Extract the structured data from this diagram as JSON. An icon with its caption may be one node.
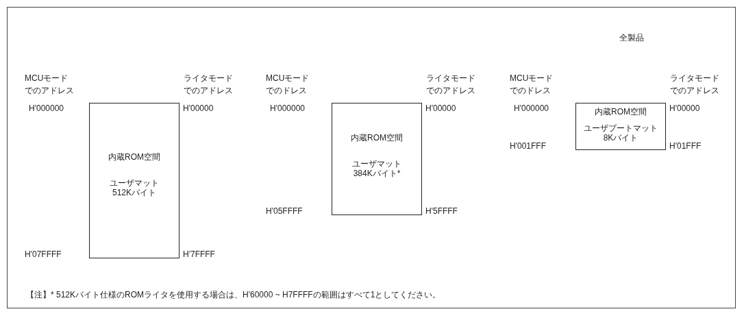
{
  "diagram": {
    "nodes": [
      {
        "text": [
          "内蔵ROM空間",
          "ユーザマット 512Kバイト"
        ]
      },
      {
        "text": [
          "内蔵ROM空間",
          "ユーザマット 384Kバイト*"
        ]
      },
      {
        "text": [
          "内蔵ROM空間",
          "ユーザブートマット 8Kバイト"
        ]
      }
    ],
    "labels": [
      "全製品",
      "MCUモードでのアドレス",
      "ライタモードでのアドレス",
      "H'000000",
      "H'00000",
      "H'07FFFF",
      "H'7FFFF",
      "MCUモードでのドレス",
      "ライタモードでのアドレス",
      "H'000000",
      "H'00000",
      "H'05FFFF",
      "H'5FFFF",
      "MCUモードでのドレス",
      "ライタモードでのアドレス",
      "H'000000",
      "H'00000",
      "H'001FFF",
      "H'01FFF",
      "【注】* 512Kバイト仕様のROMライタを使用する場合は、H'60000 ~ H7FFFFの範囲はすべて1としてください。"
    ]
  }
}
